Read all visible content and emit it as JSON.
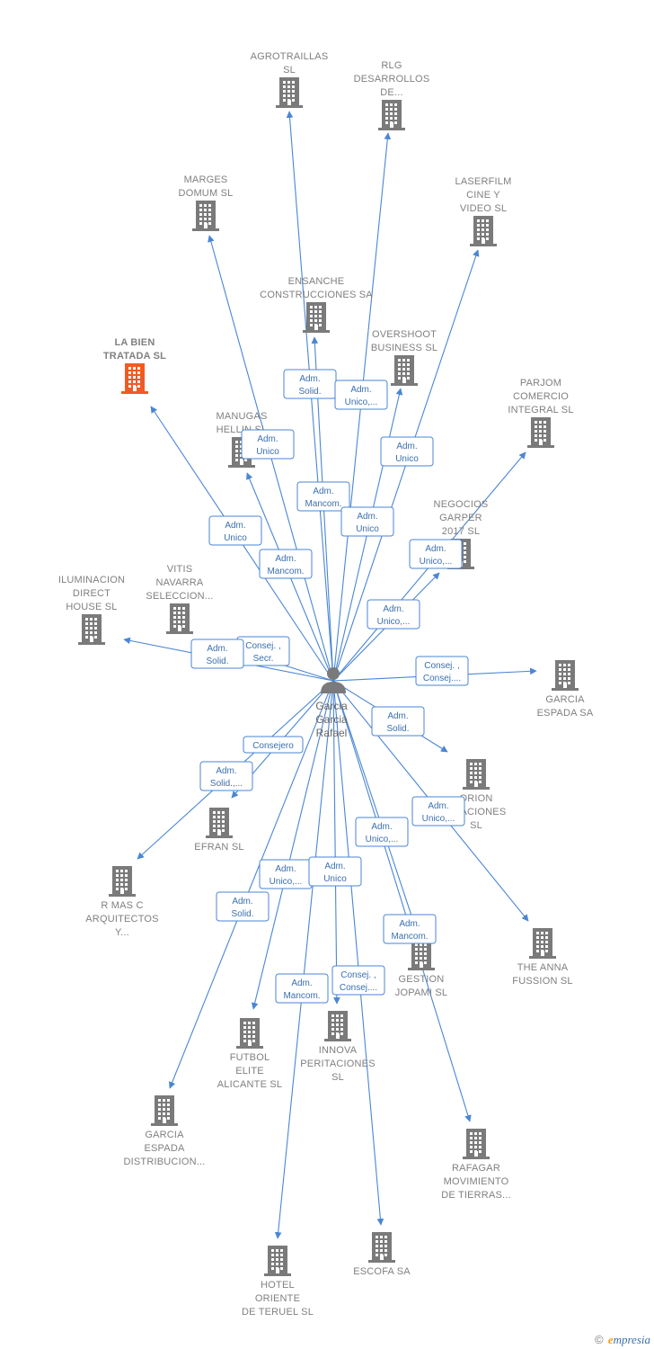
{
  "colors": {
    "edge": "#4a86d4",
    "building": "#7a7a7a",
    "building_highlight": "#f15a24",
    "label_border": "#4a86d4",
    "label_text": "#3a6fb0",
    "node_text": "#808080"
  },
  "center": {
    "name_lines": [
      "Garcia",
      "Garcia",
      "Rafael"
    ],
    "icon": "person-icon"
  },
  "nodes": [
    {
      "id": "agrotraillas",
      "lines": [
        "AGROTRAILLAS",
        "SL"
      ]
    },
    {
      "id": "rlg",
      "lines": [
        "RLG",
        "DESARROLLOS",
        "DE..."
      ]
    },
    {
      "id": "marges",
      "lines": [
        "MARGES",
        "DOMUM  SL"
      ]
    },
    {
      "id": "laserfilm",
      "lines": [
        "LASERFILM",
        "CINE Y",
        "VIDEO SL"
      ]
    },
    {
      "id": "ensanche",
      "lines": [
        "ENSANCHE",
        "CONSTRUCCIONES SA"
      ]
    },
    {
      "id": "labien",
      "lines": [
        "LA BIEN",
        "TRATADA  SL"
      ],
      "highlight": true
    },
    {
      "id": "overshoot",
      "lines": [
        "OVERSHOOT",
        "BUSINESS  SL"
      ]
    },
    {
      "id": "parjom",
      "lines": [
        "PARJOM",
        "COMERCIO",
        "INTEGRAL  SL"
      ]
    },
    {
      "id": "manugas",
      "lines": [
        "MANUGAS",
        "HELLIN SL"
      ]
    },
    {
      "id": "negocios",
      "lines": [
        "NEGOCIOS",
        "GARPER",
        "2017  SL"
      ]
    },
    {
      "id": "vitis",
      "lines": [
        "VITIS",
        "NAVARRA",
        "SELECCION..."
      ]
    },
    {
      "id": "iluminacion",
      "lines": [
        "ILUMINACION",
        "DIRECT",
        "HOUSE SL"
      ]
    },
    {
      "id": "garciaespada",
      "lines": [
        "GARCIA",
        "ESPADA SA"
      ]
    },
    {
      "id": "orion",
      "lines": [
        "ORION",
        "...TACIONES",
        "SL"
      ]
    },
    {
      "id": "efran",
      "lines": [
        "EFRAN SL"
      ]
    },
    {
      "id": "rmasc",
      "lines": [
        "R MAS C",
        "ARQUITECTOS",
        "Y..."
      ]
    },
    {
      "id": "theanna",
      "lines": [
        "THE ANNA",
        "FUSSION  SL"
      ]
    },
    {
      "id": "gestion",
      "lines": [
        "GESTION",
        "JOPAMI  SL"
      ]
    },
    {
      "id": "futbol",
      "lines": [
        "FUTBOL",
        "ELITE",
        "ALICANTE SL"
      ]
    },
    {
      "id": "innova",
      "lines": [
        "INNOVA",
        "PERITACIONES",
        "SL"
      ]
    },
    {
      "id": "garciadist",
      "lines": [
        "GARCIA",
        "ESPADA",
        "DISTRIBUCION..."
      ]
    },
    {
      "id": "rafagar",
      "lines": [
        "RAFAGAR",
        "MOVIMIENTO",
        "DE TIERRAS..."
      ]
    },
    {
      "id": "hotel",
      "lines": [
        "HOTEL",
        "ORIENTE",
        "DE TERUEL SL"
      ]
    },
    {
      "id": "escofa",
      "lines": [
        "ESCOFA SA"
      ]
    }
  ],
  "edges": [
    {
      "to": "agrotraillas",
      "label": [
        "Adm.",
        "Solid."
      ]
    },
    {
      "to": "rlg",
      "label": [
        "Adm.",
        "Unico,..."
      ]
    },
    {
      "to": "marges",
      "label": [
        "Adm.",
        "Unico"
      ]
    },
    {
      "to": "laserfilm",
      "label": [
        "Adm.",
        "Unico"
      ]
    },
    {
      "to": "ensanche",
      "label": [
        "Adm.",
        "Mancom."
      ]
    },
    {
      "to": "labien",
      "label": [
        "Adm.",
        "Unico"
      ]
    },
    {
      "to": "overshoot",
      "label": [
        "Adm.",
        "Unico"
      ]
    },
    {
      "to": "parjom",
      "label": [
        "Adm.",
        "Unico,..."
      ]
    },
    {
      "to": "manugas",
      "label": [
        "Adm.",
        "Mancom."
      ]
    },
    {
      "to": "negocios",
      "label": [
        "Adm.",
        "Unico,..."
      ]
    },
    {
      "to": "vitis",
      "label": [
        "Consej. ,",
        "Secr."
      ]
    },
    {
      "to": "iluminacion",
      "label": [
        "Adm.",
        "Solid."
      ]
    },
    {
      "to": "garciaespada",
      "label": [
        "Consej. ,",
        "Consej...."
      ]
    },
    {
      "to": "orion",
      "label": [
        "Adm.",
        "Solid."
      ]
    },
    {
      "to": "efran",
      "label": [
        "Consejero"
      ]
    },
    {
      "to": "rmasc",
      "label": [
        "Adm.",
        "Solid.,..."
      ]
    },
    {
      "to": "theanna",
      "label": [
        "Adm.",
        "Unico,..."
      ]
    },
    {
      "to": "gestion",
      "label": [
        "Adm.",
        "Unico,..."
      ]
    },
    {
      "to": "futbol",
      "label": [
        "Adm.",
        "Unico,..."
      ]
    },
    {
      "to": "innova",
      "label": [
        "Adm.",
        "Unico"
      ]
    },
    {
      "to": "garciadist",
      "label": [
        "Adm.",
        "Solid."
      ]
    },
    {
      "to": "rafagar",
      "label": [
        "Adm.",
        "Mancom."
      ]
    },
    {
      "to": "hotel",
      "label": [
        "Adm.",
        "Mancom."
      ]
    },
    {
      "to": "escofa",
      "label": [
        "Consej. ,",
        "Consej...."
      ]
    }
  ],
  "footer": {
    "copyright": "©",
    "brand_initial": "e",
    "brand_rest": "mpresia"
  }
}
